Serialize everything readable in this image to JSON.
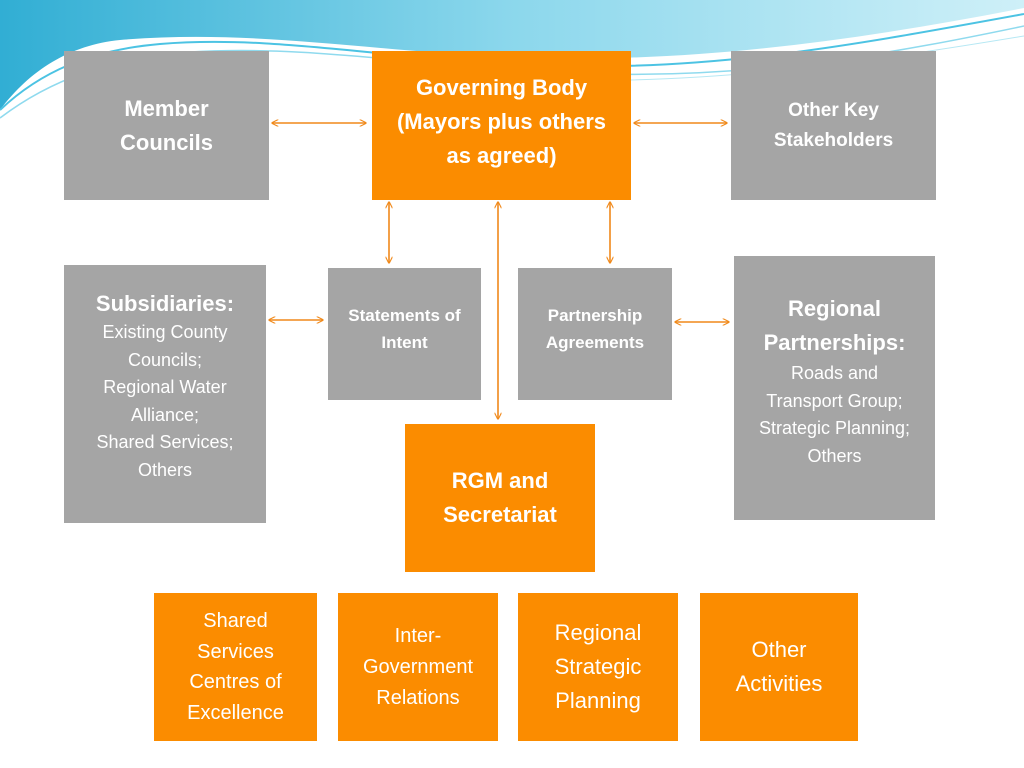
{
  "colors": {
    "orange": "#fb8c00",
    "grey": "#a5a5a5",
    "arrow": "#f0891a",
    "wave": "#2fb6d8"
  },
  "nodes": {
    "member_councils": {
      "title_lines": [
        "Member",
        "Councils"
      ]
    },
    "governing_body": {
      "title_lines": [
        "Governing Body",
        "(Mayors plus others",
        "as agreed)"
      ]
    },
    "other_key_stakeholders": {
      "title_lines": [
        "Other Key",
        "Stakeholders"
      ]
    },
    "subsidiaries": {
      "title": "Subsidiaries:",
      "body_lines": [
        "Existing County",
        "Councils;",
        "Regional Water",
        "Alliance;",
        "Shared Services;",
        "Others"
      ]
    },
    "statements_of_intent": {
      "title_lines": [
        "Statements of",
        "Intent"
      ]
    },
    "partnership_agreements": {
      "title_lines": [
        "Partnership",
        "Agreements"
      ]
    },
    "regional_partnerships": {
      "title_lines": [
        "Regional",
        "Partnerships:"
      ],
      "body_lines": [
        "Roads and",
        "Transport Group;",
        "Strategic Planning;",
        "Others"
      ]
    },
    "rgm_secretariat": {
      "title_lines": [
        "RGM and",
        "Secretariat"
      ]
    },
    "shared_services": {
      "lines": [
        "Shared",
        "Services",
        "Centres of",
        "Excellence"
      ]
    },
    "inter_government": {
      "lines": [
        "Inter-",
        "Government",
        "Relations"
      ]
    },
    "regional_strategic_planning": {
      "lines": [
        "Regional",
        "Strategic",
        "Planning"
      ]
    },
    "other_activities": {
      "lines": [
        "Other",
        "Activities"
      ]
    }
  }
}
